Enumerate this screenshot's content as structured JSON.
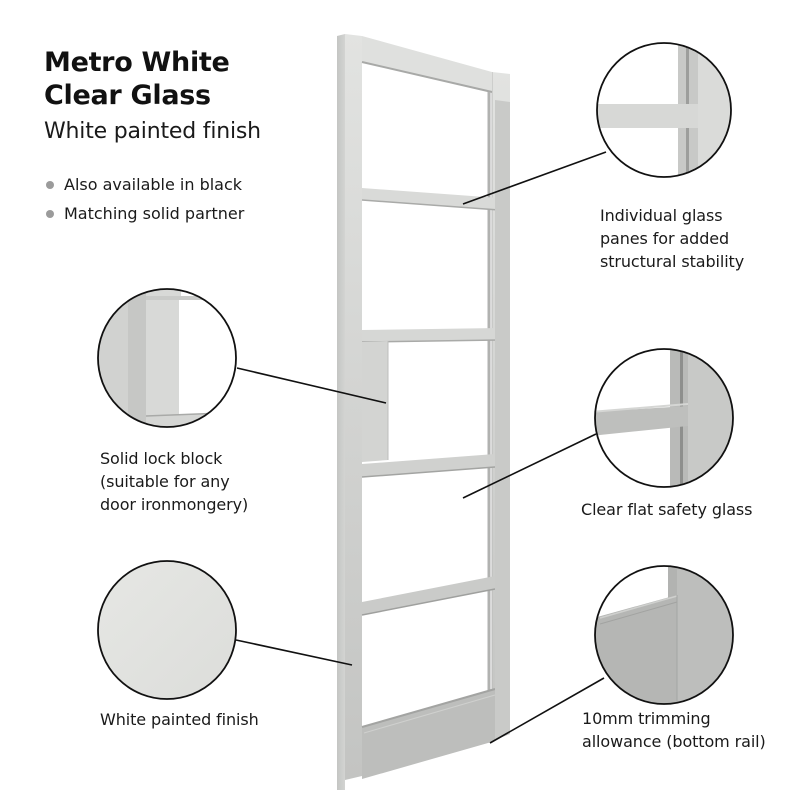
{
  "product": {
    "title_line1": "Metro White",
    "title_line2": "Clear Glass",
    "subtitle": "White painted finish",
    "bullets": [
      {
        "icon": "bullet-dot",
        "text": "Also available in black"
      },
      {
        "icon": "bullet-dot",
        "text": "Matching solid partner"
      }
    ]
  },
  "callouts": {
    "glass_panes": {
      "line1": "Individual glass",
      "line2": "panes for added",
      "line3": "structural stability"
    },
    "lock_block": {
      "line1": "Solid lock block",
      "line2": "(suitable for any",
      "line3": "door ironmongery)"
    },
    "safety_glass": {
      "line1": "Clear flat safety glass"
    },
    "painted_finish": {
      "line1": "White painted finish"
    },
    "trimming": {
      "line1": "10mm trimming",
      "line2": "allowance (bottom rail)"
    }
  },
  "colors": {
    "frame_face": "#dcdddb",
    "frame_side": "#c9cac8",
    "frame_shadow": "#a9aaa8",
    "finish_swatch": "#e2e3e0",
    "bullet": "#9b9b9b",
    "line": "#111111"
  }
}
